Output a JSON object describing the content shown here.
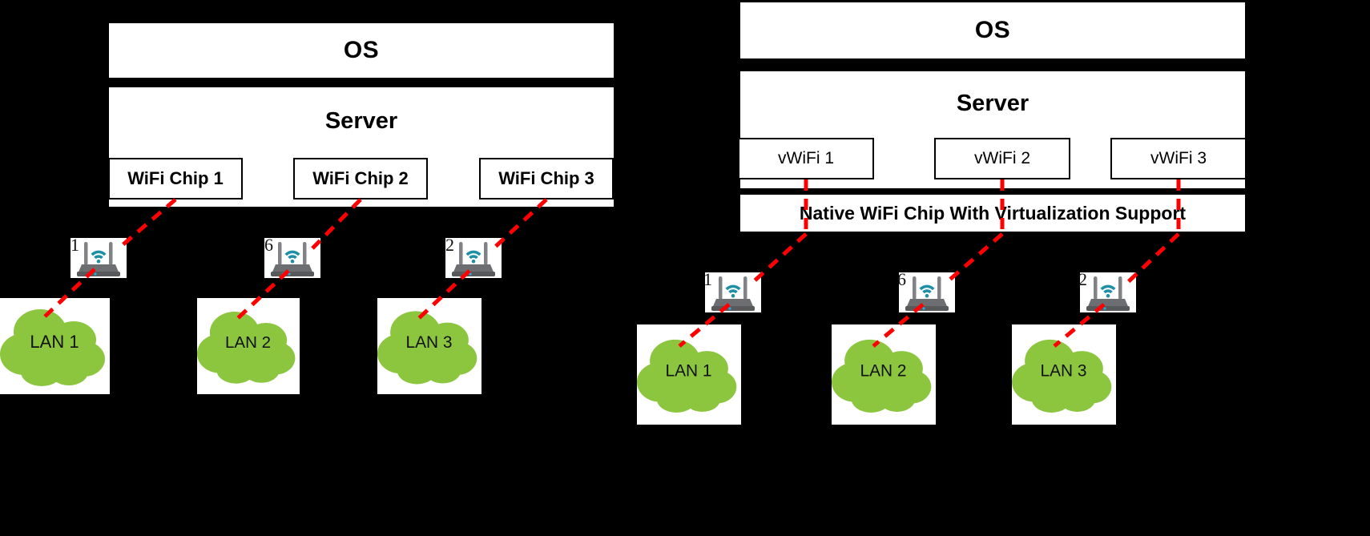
{
  "diagram": {
    "title_left": "",
    "title_right": "",
    "accent_dash_color": "#ff0000",
    "cloud_color": "#8cc63f",
    "router_color": "#6d6e71",
    "wifi_glyph_color": "#1f8fa5"
  },
  "left_panel": {
    "os": "OS",
    "server": "Server",
    "chips": [
      {
        "label": "WiFi Chip 1"
      },
      {
        "label": "WiFi Chip 2"
      },
      {
        "label": "WiFi Chip 3"
      }
    ],
    "routers": [
      {
        "channel": "1"
      },
      {
        "channel": "6"
      },
      {
        "channel": "2"
      }
    ],
    "lans": [
      {
        "label": "LAN 1"
      },
      {
        "label": "LAN 2"
      },
      {
        "label": "LAN 3"
      }
    ]
  },
  "right_panel": {
    "os": "OS",
    "server": "Server",
    "vchips": [
      {
        "label": "vWiFi 1"
      },
      {
        "label": "vWiFi 2"
      },
      {
        "label": "vWiFi 3"
      }
    ],
    "native_chip": "Native WiFi Chip With Virtualization Support",
    "routers": [
      {
        "channel": "1"
      },
      {
        "channel": "6"
      },
      {
        "channel": "2"
      }
    ],
    "lans": [
      {
        "label": "LAN 1"
      },
      {
        "label": "LAN 2"
      },
      {
        "label": "LAN 3"
      }
    ]
  }
}
